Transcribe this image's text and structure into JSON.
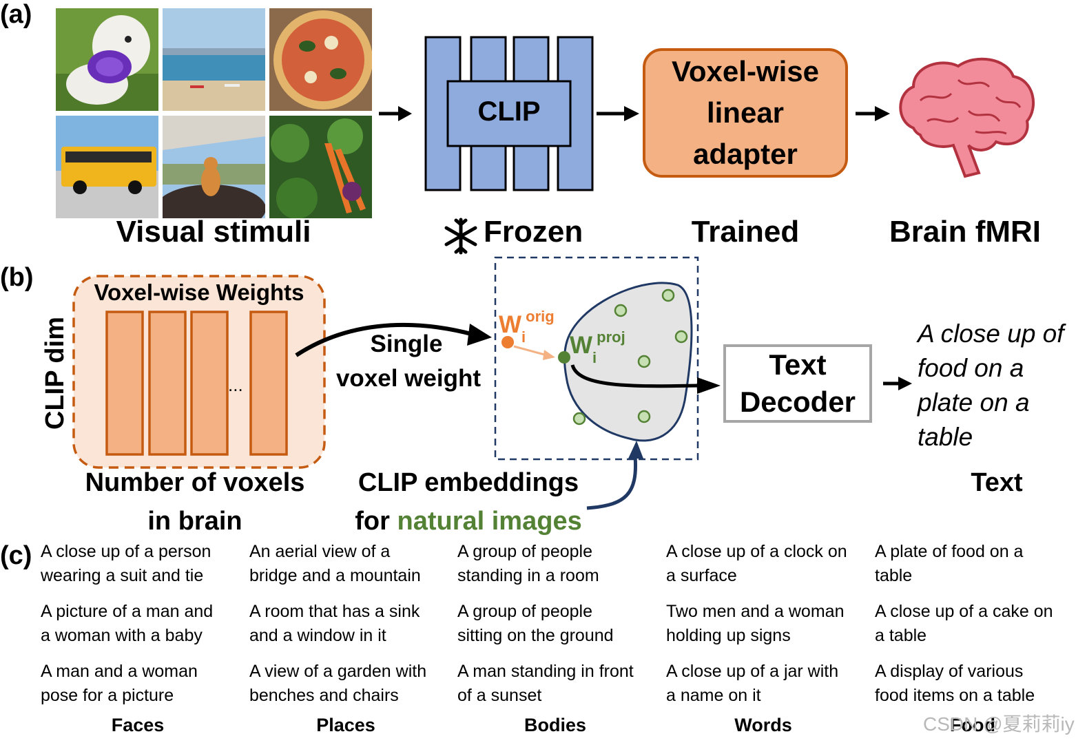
{
  "panels": {
    "a": "(a)",
    "b": "(b)",
    "c": "(c)"
  },
  "panel_a": {
    "stimuli_label": "Visual stimuli",
    "clip_label": "CLIP",
    "frozen_label": "Frozen",
    "adapter_lines": [
      "Voxel-wise",
      "linear",
      "adapter"
    ],
    "trained_label": "Trained",
    "brain_label": "Brain fMRI",
    "photos": [
      "dog-with-frisbee",
      "beach",
      "pizza",
      "school-bus",
      "cat-on-roof",
      "vegetables"
    ]
  },
  "panel_b": {
    "weights_title": "Voxel-wise Weights",
    "clip_dim": "CLIP dim",
    "ellipsis": "...",
    "voxels_line1": "Number of voxels",
    "voxels_line2": "in brain",
    "single_line1": "Single",
    "single_line2": "voxel weight",
    "w_orig_base": "W",
    "w_orig_sub": "i",
    "w_orig_sup": "orig",
    "w_proj_base": "W",
    "w_proj_sub": "i",
    "w_proj_sup": "proj",
    "decoder_lines": [
      "Text",
      "Decoder"
    ],
    "output_lines": [
      "A close up of",
      "food on a",
      "plate on a",
      "table"
    ],
    "text_label": "Text",
    "embed_line1": "CLIP embeddings",
    "embed_line2_prefix": "for ",
    "embed_line2_highlight": "natural images"
  },
  "panel_c": {
    "columns": [
      {
        "category": "Faces",
        "captions": [
          [
            "A close up of a person",
            "wearing a suit and tie"
          ],
          [
            "A picture of a man and",
            "a woman with a baby"
          ],
          [
            "A man and a woman",
            "pose for a picture"
          ]
        ]
      },
      {
        "category": "Places",
        "captions": [
          [
            "An aerial view of a",
            "bridge and a mountain"
          ],
          [
            "A room that has a sink",
            "and a window in it"
          ],
          [
            "A view of a garden with",
            "benches and chairs"
          ]
        ]
      },
      {
        "category": "Bodies",
        "captions": [
          [
            "A group of people",
            "standing in a room"
          ],
          [
            "A group of people",
            "sitting on the ground"
          ],
          [
            "A man standing in front",
            "of a sunset"
          ]
        ]
      },
      {
        "category": "Words",
        "captions": [
          [
            "A close up of a clock on",
            "a surface"
          ],
          [
            "Two men and a woman",
            "holding up signs"
          ],
          [
            "A close up of a jar with",
            "a name on it"
          ]
        ]
      },
      {
        "category": "Food",
        "captions": [
          [
            "A plate of food on a",
            "table"
          ],
          [
            "A close up of a cake on",
            "a table"
          ],
          [
            "A display of various",
            "food items on a table"
          ]
        ]
      }
    ]
  },
  "watermark": "CSDN @夏莉莉iy",
  "colors": {
    "clip_blue": "#8faadc",
    "adapter_orange": "#f4b183",
    "adapter_border": "#c55a11",
    "brain_pink": "#f28b9a",
    "embedding_fill": "#e4e4e4",
    "navy": "#1f3864",
    "natural_green": "#548235",
    "orig_orange": "#ed7d31"
  }
}
